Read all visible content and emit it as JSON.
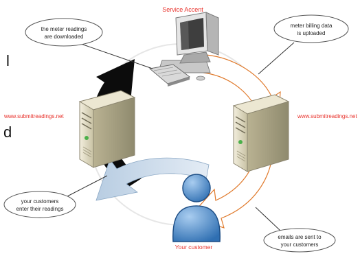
{
  "labels": {
    "service": "Service Accent",
    "site_left": "www.submitreadings.net",
    "site_right": "www.submitreadings.net",
    "customer": "Your customer"
  },
  "callouts": {
    "downloaded": [
      "the meter readings",
      "are downloaded"
    ],
    "uploaded": [
      "meter billing data",
      "is uploaded"
    ],
    "enter": [
      "your customers",
      "enter their readings"
    ],
    "emails": [
      "emails are sent to",
      "your customers"
    ]
  },
  "edge_fragments": {
    "top": "l",
    "bottom": "d"
  },
  "colors": {
    "label_red": "#e8302a",
    "arrow_black": "#0c0c0c",
    "arrow_blue": "#c9d8e8",
    "arrow_orange_outline": "#e07a2c",
    "person_blue": "#3f82c7",
    "server_beige": "#dcd6bc"
  },
  "icons": {
    "computer": "desktop-computer-icon",
    "server_left": "server-tower-icon",
    "server_right": "server-tower-icon",
    "customer": "person-icon"
  }
}
